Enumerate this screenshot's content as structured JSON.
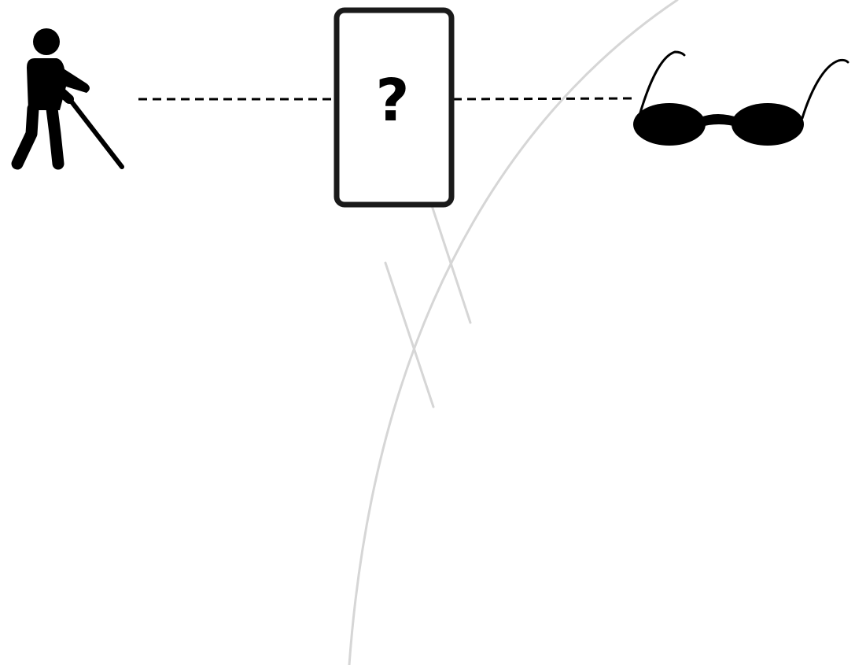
{
  "diagram": {
    "nodes": [
      {
        "id": "person",
        "icon": "blind-person-with-cane-icon"
      },
      {
        "id": "device",
        "icon": "unknown-device-icon",
        "label": "?"
      },
      {
        "id": "glasses",
        "icon": "smart-glasses-icon"
      }
    ],
    "connections": [
      {
        "from": "person",
        "to": "device",
        "style": "dashed"
      },
      {
        "from": "device",
        "to": "glasses",
        "style": "dashed"
      }
    ]
  },
  "colors": {
    "ink": "#000000",
    "frame": "#1a1a1a",
    "background_strokes": "#d6d6d6",
    "background": "#ffffff"
  }
}
